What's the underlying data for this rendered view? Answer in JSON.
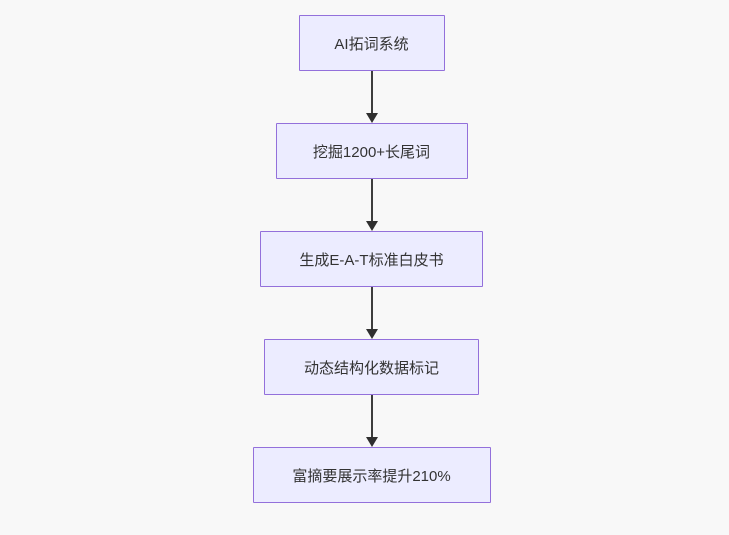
{
  "diagram": {
    "type": "flowchart",
    "direction": "top-down",
    "colors": {
      "background": "#f8f8f8",
      "node_fill": "#ECECFF",
      "node_border": "#9370DB",
      "node_text": "#333333",
      "arrow": "#333333"
    },
    "nodes": [
      {
        "id": "n1",
        "label": "AI拓词系统"
      },
      {
        "id": "n2",
        "label": "挖掘1200+长尾词"
      },
      {
        "id": "n3",
        "label": "生成E-A-T标准白皮书"
      },
      {
        "id": "n4",
        "label": "动态结构化数据标记"
      },
      {
        "id": "n5",
        "label": "富摘要展示率提升210%"
      }
    ],
    "edges": [
      {
        "from": "n1",
        "to": "n2"
      },
      {
        "from": "n2",
        "to": "n3"
      },
      {
        "from": "n3",
        "to": "n4"
      },
      {
        "from": "n4",
        "to": "n5"
      }
    ]
  }
}
